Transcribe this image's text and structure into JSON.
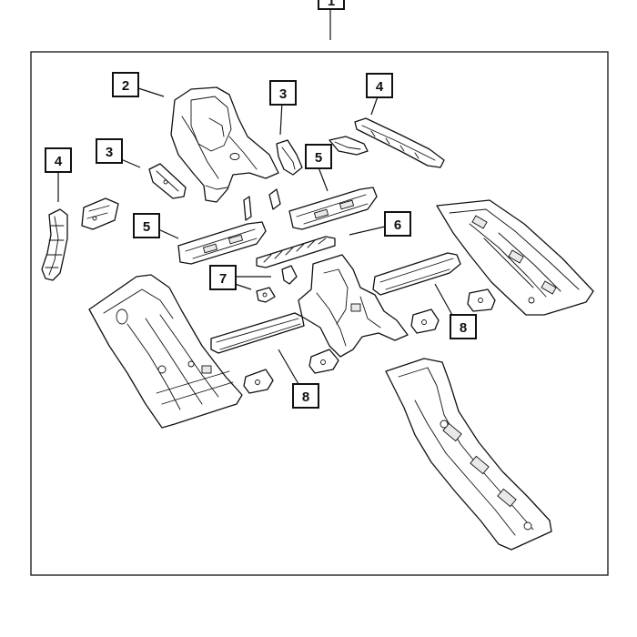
{
  "callouts": {
    "c1": "1",
    "c2": "2",
    "c3a": "3",
    "c3b": "3",
    "c4a": "4",
    "c4b": "4",
    "c5a": "5",
    "c5b": "5",
    "c6": "6",
    "c7": "7",
    "c8a": "8",
    "c8b": "8"
  }
}
